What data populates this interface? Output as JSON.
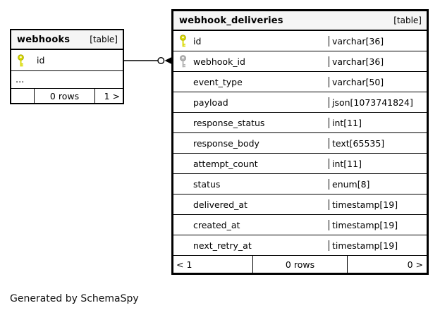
{
  "diagram": {
    "caption": "Generated by SchemaSpy",
    "colors": {
      "primary_key": "#d9d900",
      "foreign_key": "#b5b5b5",
      "header_bg": "#f5f5f5",
      "border": "#000000",
      "background": "#ffffff"
    },
    "relationship": {
      "from_table": "webhooks",
      "from_column": "id",
      "to_table": "webhook_deliveries",
      "to_column": "webhook_id",
      "end_glyphs": [
        "open-circle",
        "filled-arrowhead"
      ]
    }
  },
  "tables": [
    {
      "name": "webhooks",
      "tag": "[table]",
      "columns": [
        {
          "name": "id",
          "type": "",
          "key": "primary",
          "icon": "key-icon"
        }
      ],
      "more_rows": "...",
      "footer": {
        "left": "",
        "center": "0 rows",
        "right": "1 >"
      }
    },
    {
      "name": "webhook_deliveries",
      "tag": "[table]",
      "columns": [
        {
          "name": "id",
          "type": "varchar[36]",
          "key": "primary",
          "icon": "key-icon"
        },
        {
          "name": "webhook_id",
          "type": "varchar[36]",
          "key": "foreign",
          "icon": "key-icon"
        },
        {
          "name": "event_type",
          "type": "varchar[50]",
          "key": null
        },
        {
          "name": "payload",
          "type": "json[1073741824]",
          "key": null
        },
        {
          "name": "response_status",
          "type": "int[11]",
          "key": null
        },
        {
          "name": "response_body",
          "type": "text[65535]",
          "key": null
        },
        {
          "name": "attempt_count",
          "type": "int[11]",
          "key": null
        },
        {
          "name": "status",
          "type": "enum[8]",
          "key": null
        },
        {
          "name": "delivered_at",
          "type": "timestamp[19]",
          "key": null
        },
        {
          "name": "created_at",
          "type": "timestamp[19]",
          "key": null
        },
        {
          "name": "next_retry_at",
          "type": "timestamp[19]",
          "key": null
        }
      ],
      "footer": {
        "left": "< 1",
        "center": "0 rows",
        "right": "0 >"
      }
    }
  ]
}
